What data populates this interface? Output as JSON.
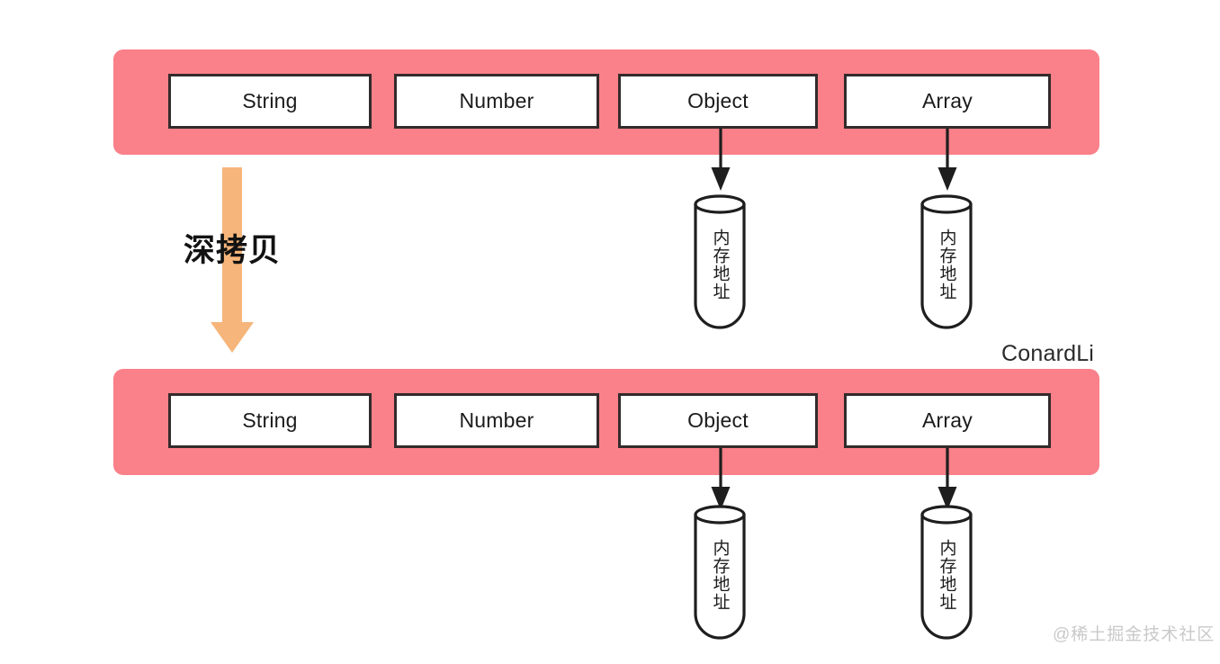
{
  "diagram": {
    "title": "深拷贝 (Deep Copy) memory diagram",
    "colors": {
      "bar_pink": "#FA8089",
      "box_border": "#332B2B",
      "box_fill": "#FFFFFF",
      "arrow_black": "#1E1E1E",
      "arrow_orange": "#F6B57A",
      "text_dark": "#1B1B1B",
      "watermark_gray": "#C9C9C9",
      "background": "#FFFFFF"
    },
    "source_row": {
      "name": "original-object-bar",
      "boxes": [
        {
          "label": "String",
          "has_pointer": false
        },
        {
          "label": "Number",
          "has_pointer": false
        },
        {
          "label": "Object",
          "has_pointer": true
        },
        {
          "label": "Array",
          "has_pointer": true
        }
      ],
      "memory_cells": [
        {
          "label": "内存地址"
        },
        {
          "label": "内存地址"
        }
      ]
    },
    "copy_row": {
      "name": "deep-copy-object-bar",
      "boxes": [
        {
          "label": "String",
          "has_pointer": false
        },
        {
          "label": "Number",
          "has_pointer": false
        },
        {
          "label": "Object",
          "has_pointer": true
        },
        {
          "label": "Array",
          "has_pointer": true
        }
      ],
      "memory_cells": [
        {
          "label": "内存地址"
        },
        {
          "label": "内存地址"
        }
      ]
    },
    "transform": {
      "label": "深拷贝",
      "arrow_direction": "down",
      "arrow_color": "#F6B57A"
    },
    "author_signature": "ConardLi",
    "watermark": "@稀土掘金技术社区"
  }
}
